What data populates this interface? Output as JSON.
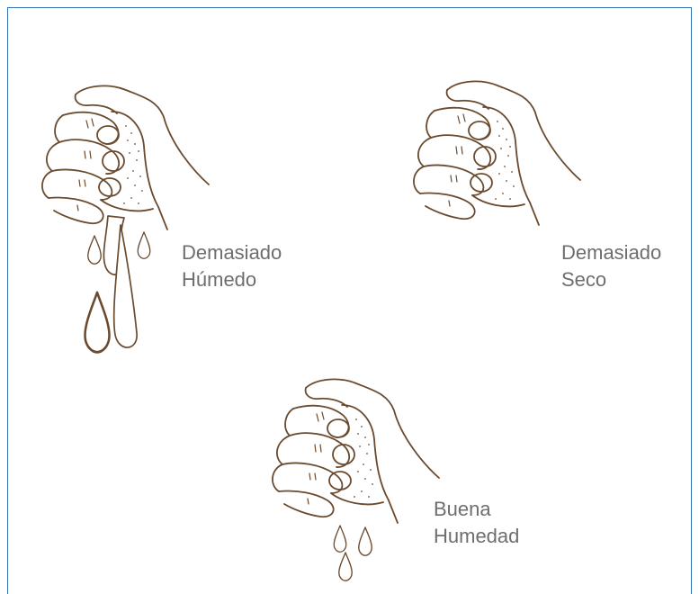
{
  "illustrations": [
    {
      "id": "too-wet",
      "caption_lines": [
        "Demasiado",
        "Húmedo"
      ],
      "drops": 5
    },
    {
      "id": "too-dry",
      "caption_lines": [
        "Demasiado",
        "Seco"
      ],
      "drops": 0
    },
    {
      "id": "good-moisture",
      "caption_lines": [
        "Buena",
        "Humedad"
      ],
      "drops": 3
    }
  ],
  "colors": {
    "ink": "#6b4b2f",
    "caption": "#6e6e6e",
    "frame": "#2e74b5",
    "background": "#ffffff"
  }
}
